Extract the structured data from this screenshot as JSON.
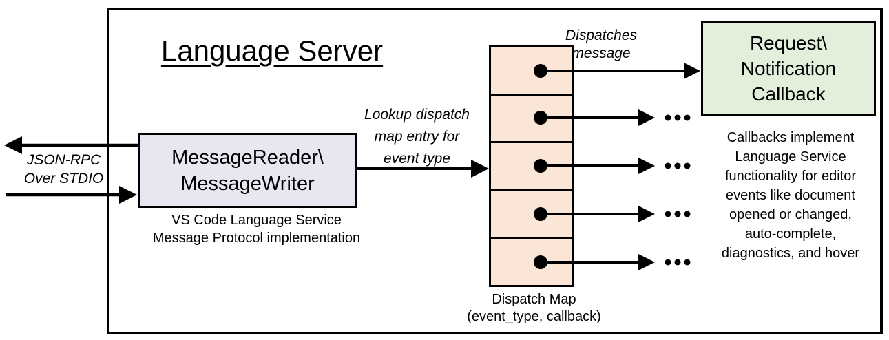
{
  "diagram": {
    "title": "Language Server",
    "message_box": {
      "label": "MessageReader\\\nMessageWriter",
      "caption": "VS Code Language Service\nMessage Protocol implementation",
      "fill_color": "#E8E6F0"
    },
    "stdio_label": "JSON-RPC\nOver STDIO",
    "lookup_label": "Lookup dispatch\nmap entry for\nevent type",
    "dispatches_label": "Dispatches\nmessage",
    "callback_box": {
      "label": "Request\\\nNotification\nCallback",
      "fill_color": "#E2EFDA"
    },
    "callbacks_description": "Callbacks implement\nLanguage Service\nfunctionality for editor\nevents like document\nopened or changed,\nauto-complete,\ndiagnostics, and hover",
    "dispatch_map": {
      "label": "Dispatch Map\n(event_type, callback)",
      "cell_count": 5,
      "fill_color": "#FBE5D6"
    },
    "line_color": "#000000"
  }
}
